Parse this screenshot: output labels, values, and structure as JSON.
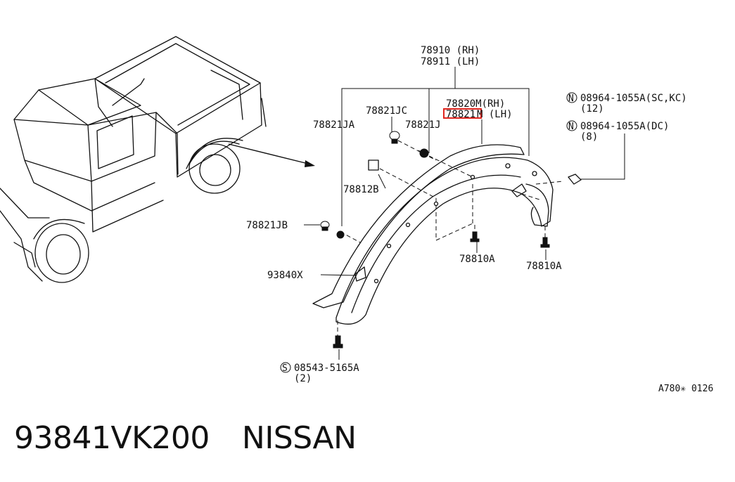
{
  "diagram": {
    "callouts": {
      "main_rh": "78910 (RH)",
      "main_lh": "78911 (LH)",
      "sub_rh": "78820M(RH)",
      "sub_lh_highlight": "78821",
      "sub_lh_suffix": "M (LH)",
      "ja": "78821JA",
      "jc": "78821JC",
      "j": "78821J",
      "b": "78812B",
      "jb": "78821JB",
      "x": "93840X",
      "a1": "78810A",
      "a2": "78810A",
      "s_code": "08543-5165A",
      "s_qty": "(2)",
      "n1_code": "08964-1055A(SC,KC)",
      "n1_qty": "(12)",
      "n2_code": "08964-1055A(DC)",
      "n2_qty": "(8)",
      "n_symbol": "N",
      "s_symbol": "S",
      "ref": "A780✳ 0126"
    },
    "highlight_color": "#e0261f"
  },
  "footer": {
    "part_number": "93841VK200",
    "brand": "NISSAN"
  }
}
